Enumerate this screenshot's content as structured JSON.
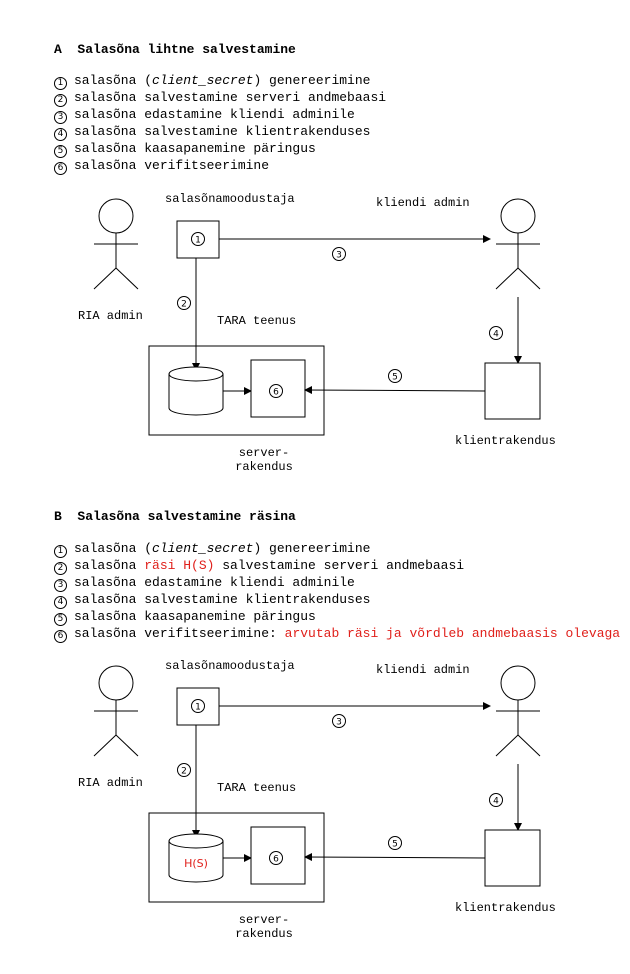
{
  "sections": [
    {
      "letter": "A",
      "title": "Salasõna lihtne salvestamine",
      "steps": [
        {
          "num": "1",
          "parts": [
            {
              "t": "salasõna ("
            },
            {
              "t": "client_secret",
              "style": "italic"
            },
            {
              "t": ") genereerimine"
            }
          ]
        },
        {
          "num": "2",
          "parts": [
            {
              "t": "salasõna salvestamine serveri andmebaasi"
            }
          ]
        },
        {
          "num": "3",
          "parts": [
            {
              "t": "salasõna edastamine kliendi adminile"
            }
          ]
        },
        {
          "num": "4",
          "parts": [
            {
              "t": "salasõna salvestamine klientrakenduses"
            }
          ]
        },
        {
          "num": "5",
          "parts": [
            {
              "t": "salasõna kaasapanemine päringus"
            }
          ]
        },
        {
          "num": "6",
          "parts": [
            {
              "t": "salasõna verifitseerimine"
            }
          ]
        }
      ],
      "diagram": {
        "generator_label": "salasõnamoodustaja",
        "client_admin_label": "kliendi admin",
        "ria_admin_label": "RIA admin",
        "tara_label": "TARA teenus",
        "client_app_label": "klientrakendus",
        "server_app_label": "server-\nrakendus",
        "db_label": "",
        "marker_generator": "1",
        "marker_store": "2",
        "marker_send": "3",
        "marker_client_store": "4",
        "marker_request": "5",
        "marker_verify": "6"
      }
    },
    {
      "letter": "B",
      "title": "Salasõna salvestamine räsina",
      "steps": [
        {
          "num": "1",
          "parts": [
            {
              "t": "salasõna ("
            },
            {
              "t": "client_secret",
              "style": "italic"
            },
            {
              "t": ") genereerimine"
            }
          ]
        },
        {
          "num": "2",
          "parts": [
            {
              "t": "salasõna "
            },
            {
              "t": "räsi H(S)",
              "style": "red"
            },
            {
              "t": " salvestamine serveri andmebaasi"
            }
          ]
        },
        {
          "num": "3",
          "parts": [
            {
              "t": "salasõna edastamine kliendi adminile"
            }
          ]
        },
        {
          "num": "4",
          "parts": [
            {
              "t": "salasõna salvestamine klientrakenduses"
            }
          ]
        },
        {
          "num": "5",
          "parts": [
            {
              "t": "salasõna kaasapanemine päringus"
            }
          ]
        },
        {
          "num": "6",
          "parts": [
            {
              "t": "salasõna verifitseerimine: "
            },
            {
              "t": "arvutab räsi ja võrdleb andmebaasis olevaga",
              "style": "red"
            }
          ]
        }
      ],
      "diagram": {
        "generator_label": "salasõnamoodustaja",
        "client_admin_label": "kliendi admin",
        "ria_admin_label": "RIA admin",
        "tara_label": "TARA teenus",
        "client_app_label": "klientrakendus",
        "server_app_label": "server-\nrakendus",
        "db_label": "H(S)",
        "marker_generator": "1",
        "marker_store": "2",
        "marker_send": "3",
        "marker_client_store": "4",
        "marker_request": "5",
        "marker_verify": "6"
      }
    }
  ],
  "colors": {
    "accent_red": "#e0201b",
    "ink": "#000000"
  }
}
